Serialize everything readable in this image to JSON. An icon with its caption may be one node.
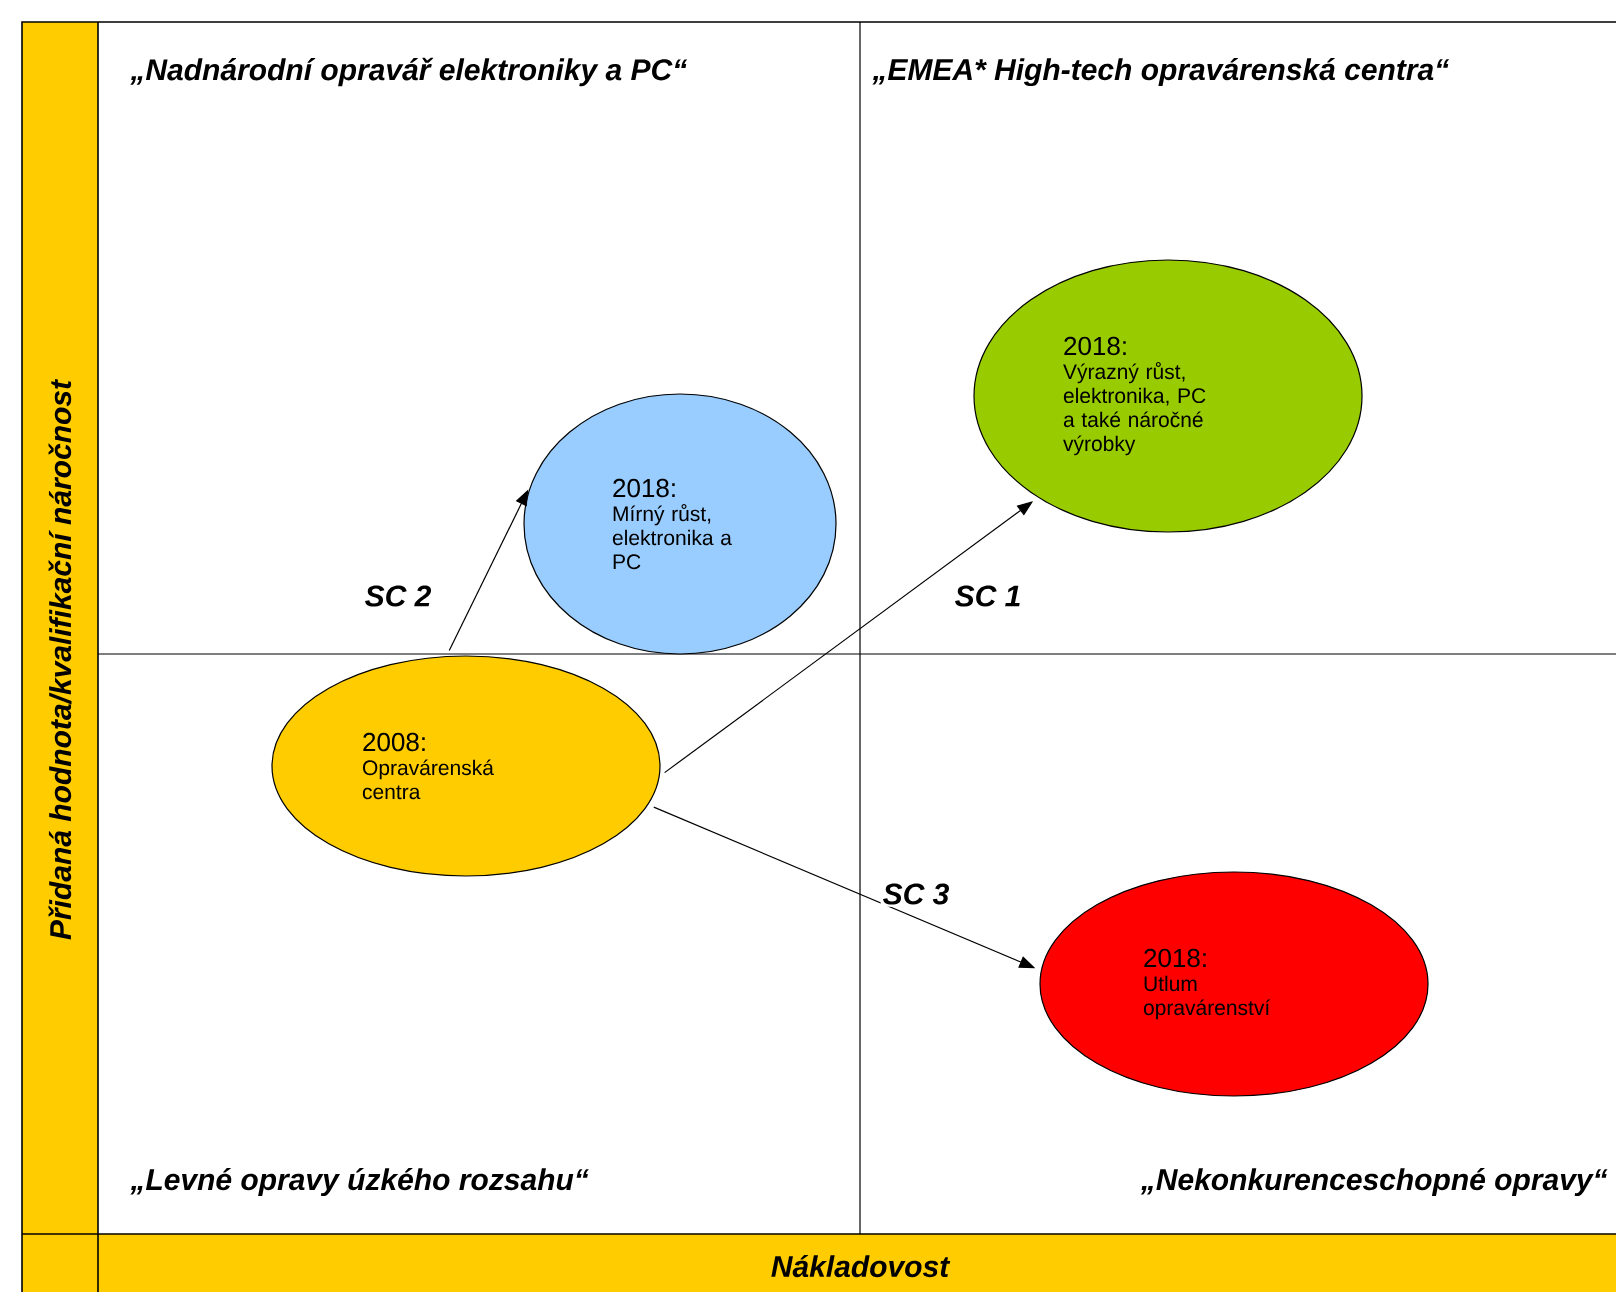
{
  "diagram": {
    "nodes": [
      {
        "text": [
          "2008:",
          "Opravárenská centra"
        ]
      },
      {
        "text": [
          "2018:",
          "Mírný růst, elektronika a PC"
        ]
      },
      {
        "text": [
          "2018:",
          "Výrazný růst, elektronika, PC a také náročné výrobky"
        ]
      },
      {
        "text": [
          "2018:",
          "Utlum opravárenství"
        ]
      }
    ],
    "edges": [
      {
        "from": 0,
        "to": 1,
        "arrow": "to",
        "label": "SC 2"
      },
      {
        "from": 0,
        "to": 2,
        "arrow": "to",
        "label": "SC 1"
      },
      {
        "from": 0,
        "to": 3,
        "arrow": "to",
        "label": "SC 3"
      }
    ],
    "labels": [
      "„Nadnárodní opravář elektroniky a PC“",
      "„EMEA* High-tech opravárenská centra“",
      "Přidaná hodnota/kvalifikační náročnost",
      "„Levné opravy úzkého rozsahu“",
      "„Nekonkurenceschopné opravy“",
      "Nákladovost"
    ]
  }
}
